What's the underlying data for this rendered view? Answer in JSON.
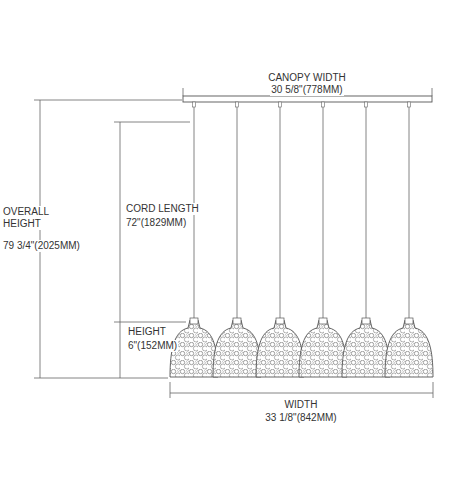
{
  "diagram": {
    "labels": [
      "CANOPY WIDTH",
      "30 5/8\"(778MM)",
      "OVERALL HEIGHT",
      "79 3/4\"(2025MM)",
      "CORD LENGTH",
      "72\"(1829MM)",
      "HEIGHT",
      "6\"(152MM)",
      "WIDTH",
      "33 1/8\"(842MM)"
    ]
  }
}
